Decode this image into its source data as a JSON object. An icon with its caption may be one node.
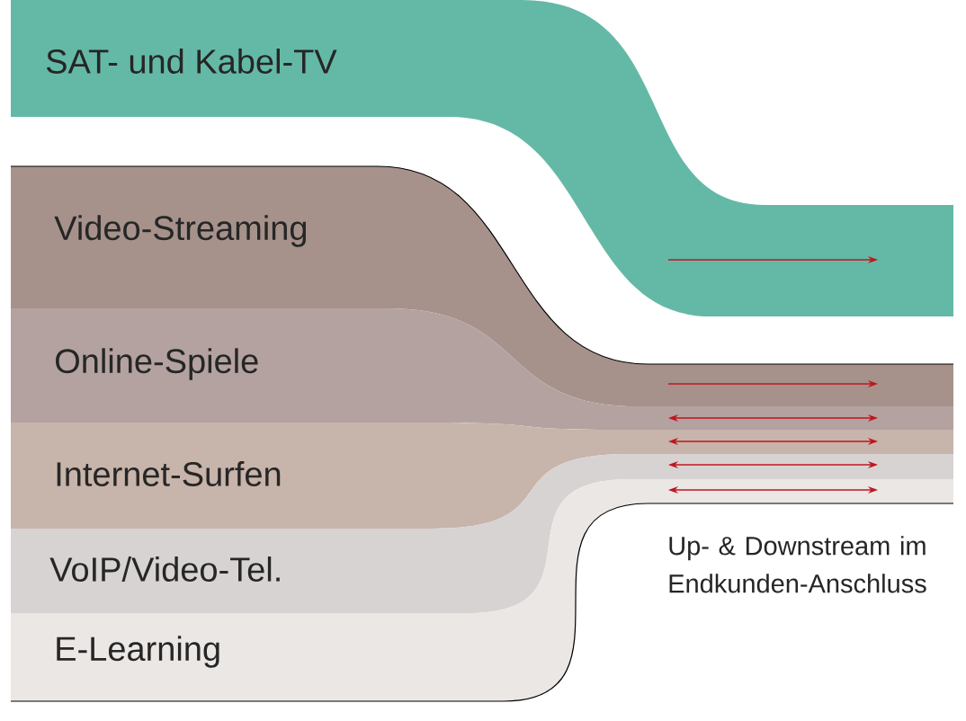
{
  "diagram": {
    "nodes": [
      {
        "text": [
          "SAT- und Kabel-TV"
        ]
      },
      {
        "text": [
          "Video-Streaming"
        ]
      },
      {
        "text": [
          "Online-Spiele"
        ]
      },
      {
        "text": [
          "Internet-Surfen"
        ]
      },
      {
        "text": [
          "VoIP/Video-Tel."
        ]
      },
      {
        "text": [
          "E-Learning"
        ]
      }
    ],
    "labels": [
      "Up- & Downstream im Endkunden-Anschluss"
    ]
  }
}
